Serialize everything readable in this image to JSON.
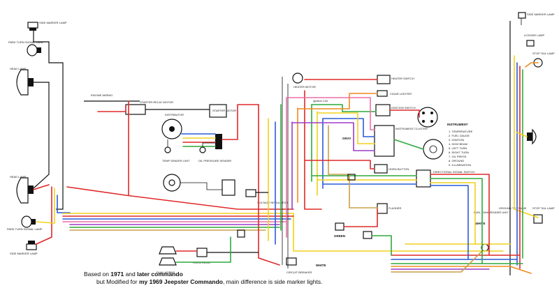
{
  "caption": {
    "line1_prefix": "Based on ",
    "line1_bold1": "1971",
    "line1_mid": " and ",
    "line1_bold2": "later commando",
    "line2_prefix": "but Modified for ",
    "line2_bold": "my 1969 Jeepster Commando",
    "line2_suffix": ", main difference is side marker lights."
  },
  "labels": {
    "side_marker_lamp_tl": "SIDE MARKER LAMP",
    "park_turn_signal_lamp_tl": "PARK TURN SIGNAL LAMP",
    "head_lamp_tl": "HEAD LAMP",
    "head_lamp_bl": "HEAD LAMP",
    "park_turn_signal_lamp_bl": "PARK TURN SIGNAL LAMP",
    "side_marker_lamp_bl": "SIDE MARKER LAMP",
    "side_marker_lamp_tr": "SIDE MARKER LAMP",
    "license_lamp": "LICENSE LAMP",
    "stop_tail_lamp_tr": "STOP TAIL LAMP",
    "stop_tail_lamp_br": "STOP TAIL LAMP",
    "fuel_tank_sender": "FUEL TANK SENDER UNIT",
    "ground_to_frame": "GROUND TO FRAME",
    "heater_motor": "HEATER MOTOR",
    "heater_switch": "HEATER SWITCH",
    "cigar_lighter": "CIGAR LIGHTER",
    "ignition_switch": "IGNITION SWITCH",
    "starter_relay_motor": "STARTER RELAY MOTOR",
    "distributor": "DISTRIBUTOR",
    "starter_motor": "STARTER MOTOR",
    "temp_sender_unit": "TEMP SENDER UNIT",
    "oil_pressure_sender": "OIL PRESSURE SENDER",
    "voltage_regulator": "VOLTAGE REGULATOR",
    "horn_button": "HORN BUTTON",
    "horn_relay": "HORN RELAY",
    "dual_horns": "DUAL HORNS",
    "circuit_breaker": "CIRCUIT BREAKER",
    "instrument_cluster": "INSTRUMENT CLUSTER",
    "directional_signal_switch": "DIRECTIONAL SIGNAL SWITCH",
    "flasher": "FLASHER",
    "white": "WHITE",
    "green": "GREEN",
    "gray": "GRAY",
    "ignition_note": "Ignition Coil",
    "engine_wiring": "ENGINE WIRING",
    "legend_title": "INSTRUMENT",
    "legend_items": [
      "1. TEMPERATURE",
      "2. FUEL GAUGE",
      "3. IGNITION",
      "4. HIGH BEAM",
      "5. LEFT TURN",
      "6. RIGHT TURN",
      "7. OIL PRESS",
      "8. GROUND",
      "9. ILLUMINATION"
    ]
  },
  "colors": {
    "red": "#e02828",
    "yellow": "#f2d21b",
    "green": "#2ea83c",
    "blue": "#2a5bd7",
    "orange": "#f08a1e",
    "purple": "#9b3cc9",
    "pink": "#ec6fa8",
    "tan": "#c9a04a",
    "black": "#111111"
  }
}
